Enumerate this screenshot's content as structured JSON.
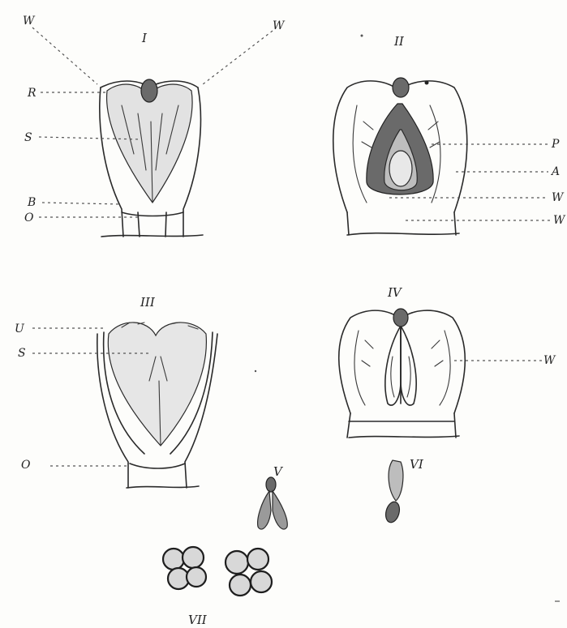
{
  "figures": {
    "I": {
      "numeral": "I",
      "labels": {
        "w_left": "W",
        "w_right": "W",
        "r": "R",
        "s": "S",
        "b": "B",
        "o": "O"
      }
    },
    "II": {
      "numeral": "II",
      "labels": {
        "p": "P",
        "a": "A",
        "w1": "W",
        "w2": "W"
      }
    },
    "III": {
      "numeral": "III",
      "labels": {
        "u": "U",
        "s": "S",
        "o": "O"
      }
    },
    "IV": {
      "numeral": "IV",
      "labels": {
        "w": "W"
      }
    },
    "V": {
      "numeral": "V"
    },
    "VI": {
      "numeral": "VI"
    },
    "VII": {
      "numeral": "VII"
    }
  },
  "colors": {
    "ink": "#2a2a2a",
    "paper": "#fdfdfb"
  }
}
